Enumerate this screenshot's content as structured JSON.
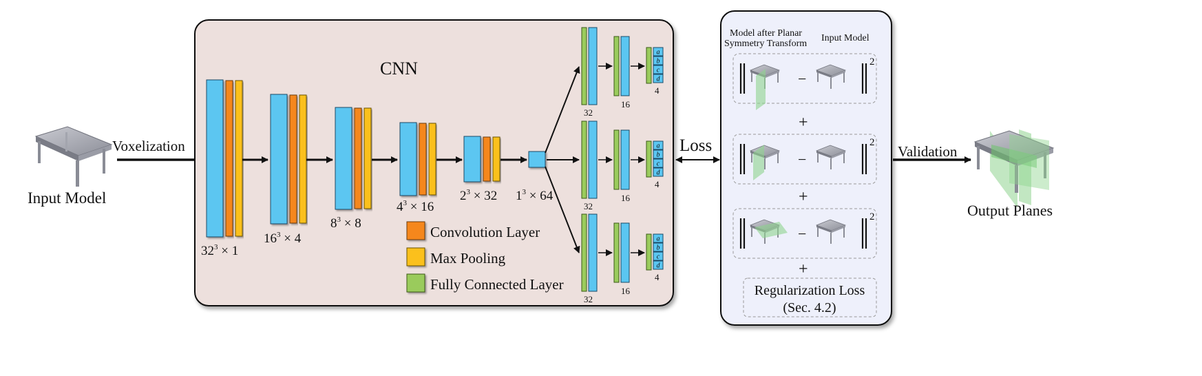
{
  "input_label": "Input Model",
  "voxelization_label": "Voxelization",
  "cnn_title": "CNN",
  "conv_stages": [
    {
      "base": "32",
      "sup": "3",
      "rest": " × 1"
    },
    {
      "base": "16",
      "sup": "3",
      "rest": " × 4"
    },
    {
      "base": "8",
      "sup": "3",
      "rest": " × 8"
    },
    {
      "base": "4",
      "sup": "3",
      "rest": " × 16"
    },
    {
      "base": "2",
      "sup": "3",
      "rest": " × 32"
    },
    {
      "base": "1",
      "sup": "3",
      "rest": " × 64"
    }
  ],
  "fc_branches": [
    {
      "sizes": [
        "32",
        "16",
        "4"
      ],
      "outputs": [
        "a",
        "b",
        "c",
        "d"
      ]
    },
    {
      "sizes": [
        "32",
        "16",
        "4"
      ],
      "outputs": [
        "a",
        "b",
        "c",
        "d"
      ]
    },
    {
      "sizes": [
        "32",
        "16",
        "4"
      ],
      "outputs": [
        "a",
        "b",
        "c",
        "d"
      ]
    }
  ],
  "legend": [
    {
      "label": "Convolution Layer",
      "color": "#F5871F"
    },
    {
      "label": "Max Pooling",
      "color": "#FBC01A"
    },
    {
      "label": "Fully Connected Layer",
      "color": "#9ACB5C"
    }
  ],
  "colors": {
    "feature_map": "#5BC6F1",
    "conv": "#F5871F",
    "pool": "#FBC01A",
    "fc": "#9ACB5C",
    "cnn_panel": "#EDE0DD",
    "loss_panel": "#EEF0FB",
    "table": "#9A9CA6",
    "symmetry_plane": "#8FD48F"
  },
  "loss_label": "Loss",
  "loss_panel": {
    "header_left_line1": "Model after Planar",
    "header_left_line2": "Symmetry Transform",
    "header_right": "Input Model",
    "terms": [
      {
        "minus": "−",
        "power": "2"
      },
      {
        "minus": "−",
        "power": "2"
      },
      {
        "minus": "−",
        "power": "2"
      }
    ],
    "plus": "+",
    "regularization_line1": "Regularization Loss",
    "regularization_line2": "(Sec. 4.2)"
  },
  "validation_label": "Validation",
  "output_label": "Output Planes"
}
